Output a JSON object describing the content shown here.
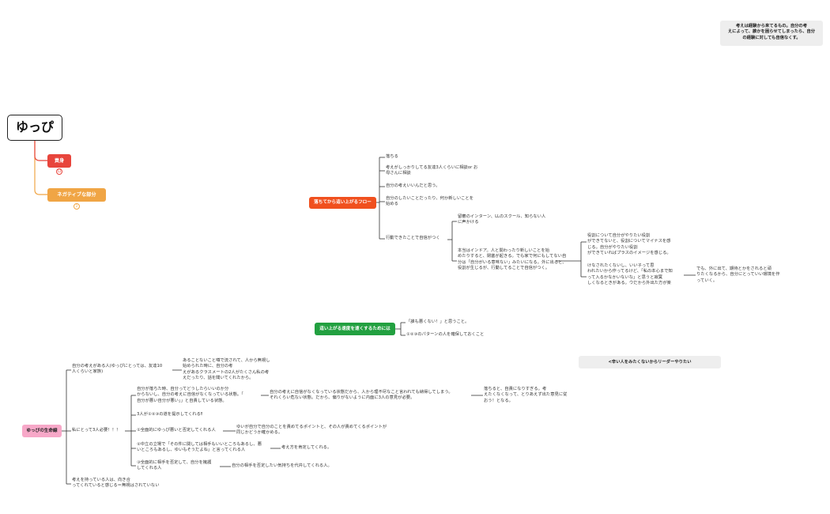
{
  "note_top": "考えは経験から来てるもの。自分の考\nえによって、誰かを困らせてしまったら、自分\nの経験に対しても自信なくす。",
  "note_leader": "<辛い人をみたくないからリーダーやりたい",
  "root": {
    "label": "ゆっぴ",
    "children": [
      {
        "label": "貢身",
        "badge": "12",
        "color": "#e8453c"
      },
      {
        "label": "ネガティブな部分",
        "badge": "2",
        "color": "#f0a545"
      }
    ]
  },
  "flow": {
    "label": "落ちてから這い上がるフロー",
    "color": "#f0501e",
    "items": [
      "落ちる",
      "考えがしっかりしてる友達3人くらいに相談or お\n母さんに相談",
      "自分の考えいいんだと思う。",
      "自分のしたいことだったり、何か新しいことを\n始める",
      "行動できたことで自信がつく"
    ],
    "sub": [
      "留審のインターン、LLのスクール、知らない人\nに声かける",
      "本当はインドア。人と関わったり新しいことを始\nめたりすると、閉塞が起きる。でも家で何にもしてない自\n分は「自分がいる意味ない」みたいになる。外に出ると、\n役割が生じるが、行動してることで自信がつく。"
    ],
    "sub2": [
      "役割について自分がやりたい役割\nができてないと、役割についてマイナスを感\nじる。自分がやりたい役割\nができていればプラスのイメージを感じる。",
      "けなされたくないし、いい子って思\nわれたいから作ってるけど、「私の本心まで知\nって入るかなかいないな」と思うと寂寞\nしくなるときがある。ウだから外出た方が楽"
    ],
    "sub3": "でも、外に出て、期待とかをされると頑\nりたくなるから、自分にとっていい環境を作\nっていく。"
  },
  "speed": {
    "label": "這い上がる速度を速くするためには",
    "color": "#22a040",
    "items": [
      "「誰も悪くない！」と思うこと。",
      "①②③のパターンの人を確保しておくこと"
    ]
  },
  "life": {
    "label": "ゆっぴの生命線",
    "color": "#f7a8c8",
    "items": [
      "自分の考えがある人(ゆっぴにとっては、友達10\n人くらいと家族)",
      "私にとって3人必要！！！",
      "考えを持っている人は、向き合\nってくれていると感じる＝無視はされていない"
    ],
    "item1_detail": "あることないこと噂で流されて、人から無視し\n始められた時に、自分の考\nえがあるクラスメートの2人がたくさん私の考\nえだったり、話を聞いてくれたから。",
    "three": [
      "自分が落ちた時、自分ってどうしたらいいのか分\nからないし、自分の考えに自信がなくなっている状態。「\n自分が悪い自分が悪い」」と自責している状態。",
      "3人が①②③の道を提示してくれる‼",
      "①全面的にゆっぴ悪いと否定してくれる人",
      "②中立の立場で「その件に関しては相手もいいところもあるし、悪\nいところもあるし、ゆいもそうだよね」と言ってくれる人",
      "③全面的に相手を否定して、自分を擁護\nしてくれる人"
    ],
    "three_detail": [
      "自分の考えに自信がなくなっている状態だから、人から理不尽なこと言われても納得してしまう。\nそれくらい危ない状態。だから、偏りがないように内面に3人の意見が必要。",
      "",
      "ゆいが自分で自分のことを責めてるポイントと、その人が責めてくるポイントが\n同じかどうか確かめる。",
      "考え方を肯定してくれる。",
      "自分の相手を否定したい気持ちを代弁してくれる人。"
    ],
    "three_detail2": "落ちると、自責になりすぎる。考\nえたくなくなって、とりあえず出た意見に従\nおう！となる。"
  }
}
